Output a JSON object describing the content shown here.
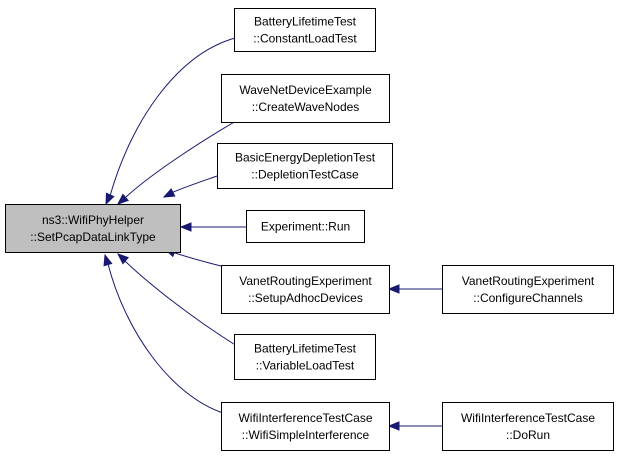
{
  "graph": {
    "edge_color": "#191970",
    "focus_fill": "#bfbfbf",
    "nodes": [
      {
        "id": "focus",
        "lines": [
          "ns3::WifiPhyHelper",
          "::SetPcapDataLinkType"
        ],
        "focus": true
      },
      {
        "id": "n1",
        "lines": [
          "BatteryLifetimeTest",
          "::ConstantLoadTest"
        ]
      },
      {
        "id": "n2",
        "lines": [
          "WaveNetDeviceExample",
          "::CreateWaveNodes"
        ]
      },
      {
        "id": "n3",
        "lines": [
          "BasicEnergyDepletionTest",
          "::DepletionTestCase"
        ]
      },
      {
        "id": "n4",
        "lines": [
          "Experiment::Run"
        ]
      },
      {
        "id": "n5",
        "lines": [
          "VanetRoutingExperiment",
          "::SetupAdhocDevices"
        ]
      },
      {
        "id": "n6",
        "lines": [
          "BatteryLifetimeTest",
          "::VariableLoadTest"
        ]
      },
      {
        "id": "n7",
        "lines": [
          "WifiInterferenceTestCase",
          "::WifiSimpleInterference"
        ]
      },
      {
        "id": "n8",
        "lines": [
          "VanetRoutingExperiment",
          "::ConfigureChannels"
        ]
      },
      {
        "id": "n9",
        "lines": [
          "WifiInterferenceTestCase",
          "::DoRun"
        ]
      }
    ],
    "edges": [
      {
        "from": "n1",
        "to": "focus"
      },
      {
        "from": "n2",
        "to": "focus"
      },
      {
        "from": "n3",
        "to": "focus"
      },
      {
        "from": "n4",
        "to": "focus"
      },
      {
        "from": "n5",
        "to": "focus"
      },
      {
        "from": "n6",
        "to": "focus"
      },
      {
        "from": "n7",
        "to": "focus"
      },
      {
        "from": "n8",
        "to": "n5"
      },
      {
        "from": "n9",
        "to": "n7"
      }
    ]
  }
}
